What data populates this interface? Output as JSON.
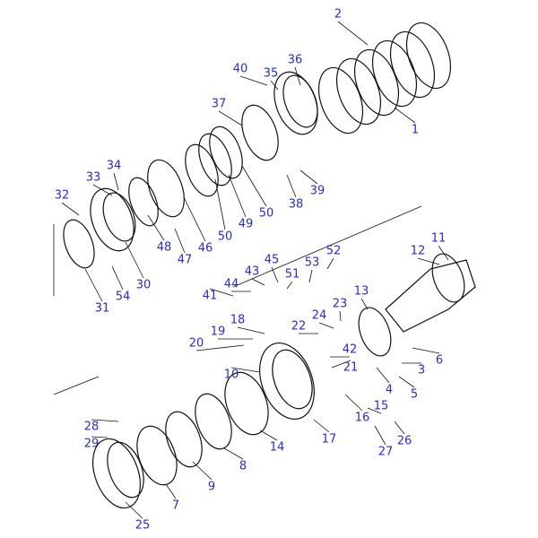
{
  "diagram": {
    "type": "exploded-parts-diagram",
    "label_color": "#2b2bc8",
    "part_numbers": [
      "2",
      "1",
      "36",
      "35",
      "40",
      "37",
      "39",
      "38",
      "50",
      "49",
      "50",
      "46",
      "47",
      "48",
      "30",
      "34",
      "33",
      "32",
      "54",
      "31",
      "11",
      "12",
      "52",
      "53",
      "45",
      "43",
      "51",
      "44",
      "41",
      "13",
      "23",
      "24",
      "22",
      "18",
      "19",
      "20",
      "42",
      "21",
      "3",
      "6",
      "10",
      "4",
      "5",
      "16",
      "15",
      "17",
      "14",
      "26",
      "27",
      "28",
      "29",
      "8",
      "9",
      "7",
      "25"
    ]
  }
}
